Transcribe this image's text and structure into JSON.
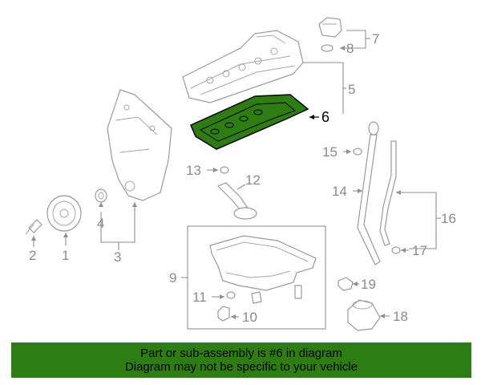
{
  "callouts": {
    "c1": "1",
    "c2": "2",
    "c3": "3",
    "c4": "4",
    "c5": "5",
    "c6": "6",
    "c7": "7",
    "c8": "8",
    "c9": "9",
    "c10": "10",
    "c11": "11",
    "c12": "12",
    "c13": "13",
    "c14": "14",
    "c15": "15",
    "c16": "16",
    "c17": "17",
    "c18": "18",
    "c19": "19"
  },
  "highlighted_part": "6",
  "colors": {
    "highlight_fill": "#2e7d12",
    "banner_bg": "#2e7d12",
    "line_art": "#9a9a9a"
  },
  "banner": {
    "line1": "Part or sub-assembly is #6 in diagram",
    "line2": "Diagram may not be specific to your vehicle"
  }
}
